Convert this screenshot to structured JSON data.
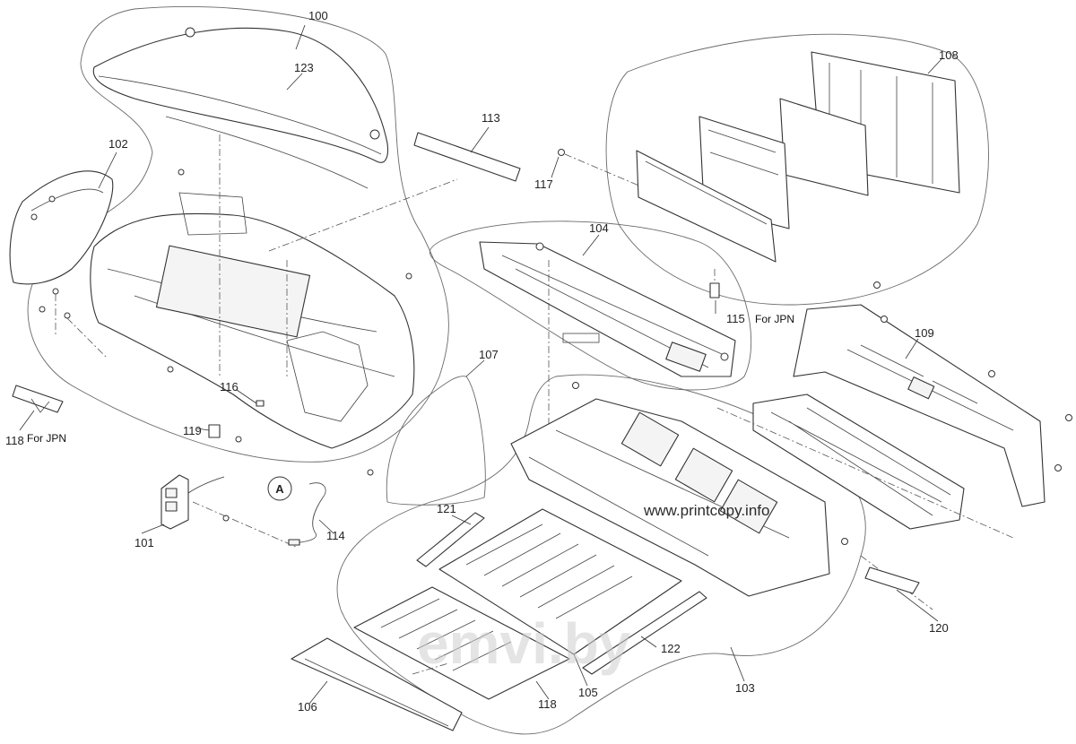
{
  "callouts": {
    "c100": "100",
    "c123": "123",
    "c102": "102",
    "c113": "113",
    "c117": "117",
    "c108": "108",
    "c104": "104",
    "c115": "115",
    "c109": "109",
    "c107": "107",
    "c116": "116",
    "c118a": "118",
    "c119": "119",
    "c101": "101",
    "c114": "114",
    "c121": "121",
    "c103": "103",
    "c120": "120",
    "c122": "122",
    "c105": "105",
    "c118b": "118",
    "c106": "106"
  },
  "notes": {
    "for_jpn_left": "For JPN",
    "for_jpn_right": "For JPN",
    "connector_a": "A"
  },
  "watermarks": {
    "site": "www.printcopy.info",
    "faint": "emvi.by"
  },
  "colors": {
    "line": "#333333",
    "outline": "#6a6a6a",
    "background": "#ffffff"
  }
}
